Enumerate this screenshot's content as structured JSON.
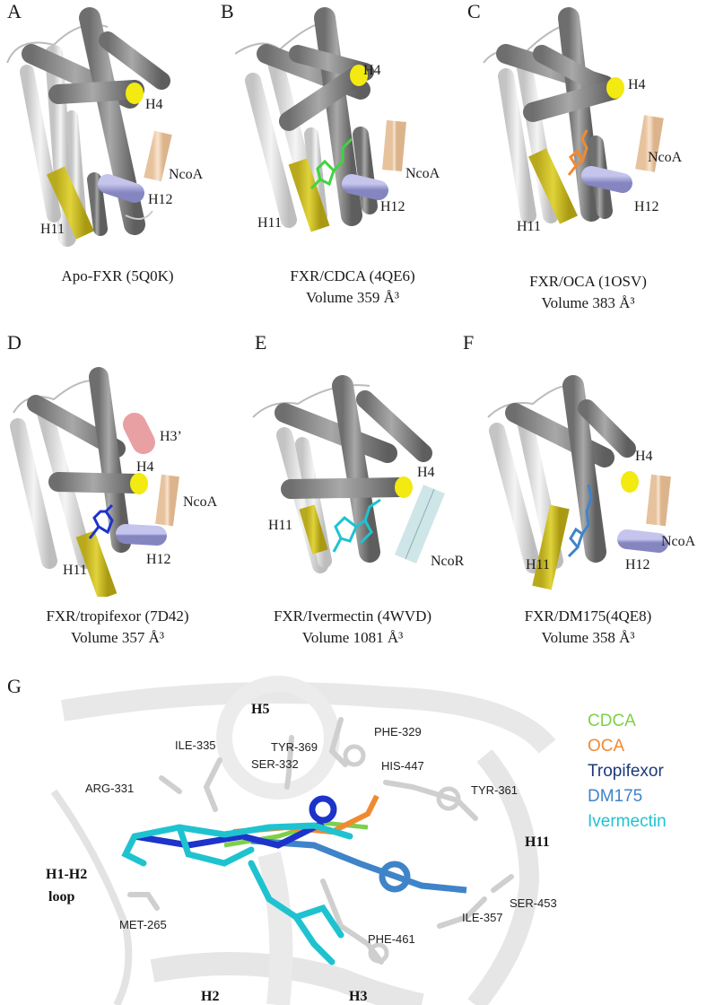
{
  "panels": [
    {
      "letter": "A",
      "caption1": "Apo-FXR (5Q0K)",
      "caption2": "",
      "labels": {
        "h4": "H4",
        "ncoa": "NcoA",
        "h11": "H11",
        "h12": "H12"
      }
    },
    {
      "letter": "B",
      "caption1": "FXR/CDCA (4QE6)",
      "caption2": "Volume 359 Å³",
      "labels": {
        "h4": "H4",
        "ncoa": "NcoA",
        "h11": "H11",
        "h12": "H12"
      }
    },
    {
      "letter": "C",
      "caption1": "FXR/OCA (1OSV)",
      "caption2": "Volume 383 Å³",
      "labels": {
        "h4": "H4",
        "ncoa": "NcoA",
        "h11": "H11",
        "h12": "H12"
      }
    },
    {
      "letter": "D",
      "caption1": "FXR/tropifexor (7D42)",
      "caption2": "Volume 357 Å³",
      "labels": {
        "h3p": "H3’",
        "h4": "H4",
        "ncoa": "NcoA",
        "h11": "H11",
        "h12": "H12"
      }
    },
    {
      "letter": "E",
      "caption1": "FXR/Ivermectin (4WVD)",
      "caption2": "Volume 1081 Å³",
      "labels": {
        "h4": "H4",
        "h11": "H11",
        "ncor": "NcoR"
      }
    },
    {
      "letter": "F",
      "caption1": "FXR/DM175(4QE8)",
      "caption2": "Volume 358 Å³",
      "labels": {
        "h4": "H4",
        "ncoa": "NcoA",
        "h11": "H11",
        "h12": "H12"
      }
    }
  ],
  "panel_g": {
    "letter": "G",
    "helices": {
      "h5": "H5",
      "h11": "H11",
      "h1h2a": "H1-H2",
      "h1h2b": "loop",
      "h2": "H2",
      "h3": "H3"
    },
    "residues": {
      "ile335": "ILE-335",
      "tyr369": "TYR-369",
      "ser332": "SER-332",
      "phe329": "PHE-329",
      "arg331": "ARG-331",
      "his447": "HIS-447",
      "tyr361": "TYR-361",
      "met265": "MET-265",
      "phe461": "PHE-461",
      "ile357": "ILE-357",
      "ser453": "SER-453"
    },
    "legend": [
      {
        "name": "CDCA",
        "color": "#7dd04a"
      },
      {
        "name": "OCA",
        "color": "#f08a32"
      },
      {
        "name": "Tropifexor",
        "color": "#1b3a7a"
      },
      {
        "name": "DM175",
        "color": "#3f84c9"
      },
      {
        "name": "Ivermectin",
        "color": "#1fc3d0"
      }
    ]
  },
  "colors": {
    "helix_dark": "#8c8c8c",
    "helix_light": "#dcdcdc",
    "h4": "#f2ea10",
    "h11": "#c9b824",
    "ncoa": "#f2d5b5",
    "h12": "#aaaad8",
    "h3p": "#e9a0a3",
    "ncor": "#cfe6e8",
    "cdca": "#3fd43f",
    "oca": "#f08a32",
    "tropifexor": "#1d33c9",
    "dm175": "#3f84c9",
    "ivermectin": "#1fc3d0"
  }
}
